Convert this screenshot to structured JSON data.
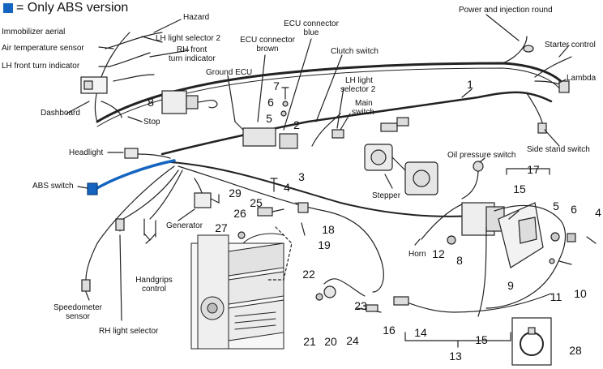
{
  "legend": {
    "text": "= Only ABS version",
    "color": "#1565c0"
  },
  "labels": {
    "hazard": "Hazard",
    "immobilizer_aerial": "Immobilizer aerial",
    "air_temperature_sensor": "Air temperature sensor",
    "lh_front_turn_indicator": "LH front turn indicator",
    "dashboard": "Dashboard",
    "lh_light_selector_2_top": "LH light selector 2",
    "rh_front_turn_indicator_1": "RH front",
    "rh_front_turn_indicator_2": "turn indicator",
    "ecu_connector_brown_1": "ECU connector",
    "ecu_connector_brown_2": "brown",
    "ecu_connector_blue_1": "ECU connector",
    "ecu_connector_blue_2": "blue",
    "clutch_switch": "Clutch switch",
    "ground_ecu": "Ground ECU",
    "lh_light_selector_2_mid_1": "LH light",
    "lh_light_selector_2_mid_2": "selector 2",
    "main_switch_1": "Main",
    "main_switch_2": "switch",
    "stop": "Stop",
    "headlight": "Headlight",
    "abs_switch": "ABS switch",
    "generator": "Generator",
    "handgrips_control_1": "Handgrips",
    "handgrips_control_2": "control",
    "speedometer_sensor_1": "Speedometer",
    "speedometer_sensor_2": "sensor",
    "rh_light_selector": "RH light selector",
    "power_and_injection_round": "Power and injection round",
    "starter_control": "Starter control",
    "lambda": "Lambda",
    "side_stand_switch": "Side stand switch",
    "oil_pressure_switch": "Oil pressure switch",
    "stepper": "Stepper",
    "horn": "Horn"
  },
  "callouts": [
    "1",
    "2",
    "3",
    "4",
    "5",
    "6",
    "7",
    "8",
    "9",
    "10",
    "11",
    "12",
    "13",
    "14",
    "15",
    "16",
    "17",
    "18",
    "19",
    "20",
    "21",
    "22",
    "23",
    "24",
    "25",
    "26",
    "27",
    "28",
    "29"
  ],
  "callout_extra": {
    "n8b": "8",
    "n15b": "15",
    "n5b": "5",
    "n6b": "6",
    "n4b": "4"
  }
}
